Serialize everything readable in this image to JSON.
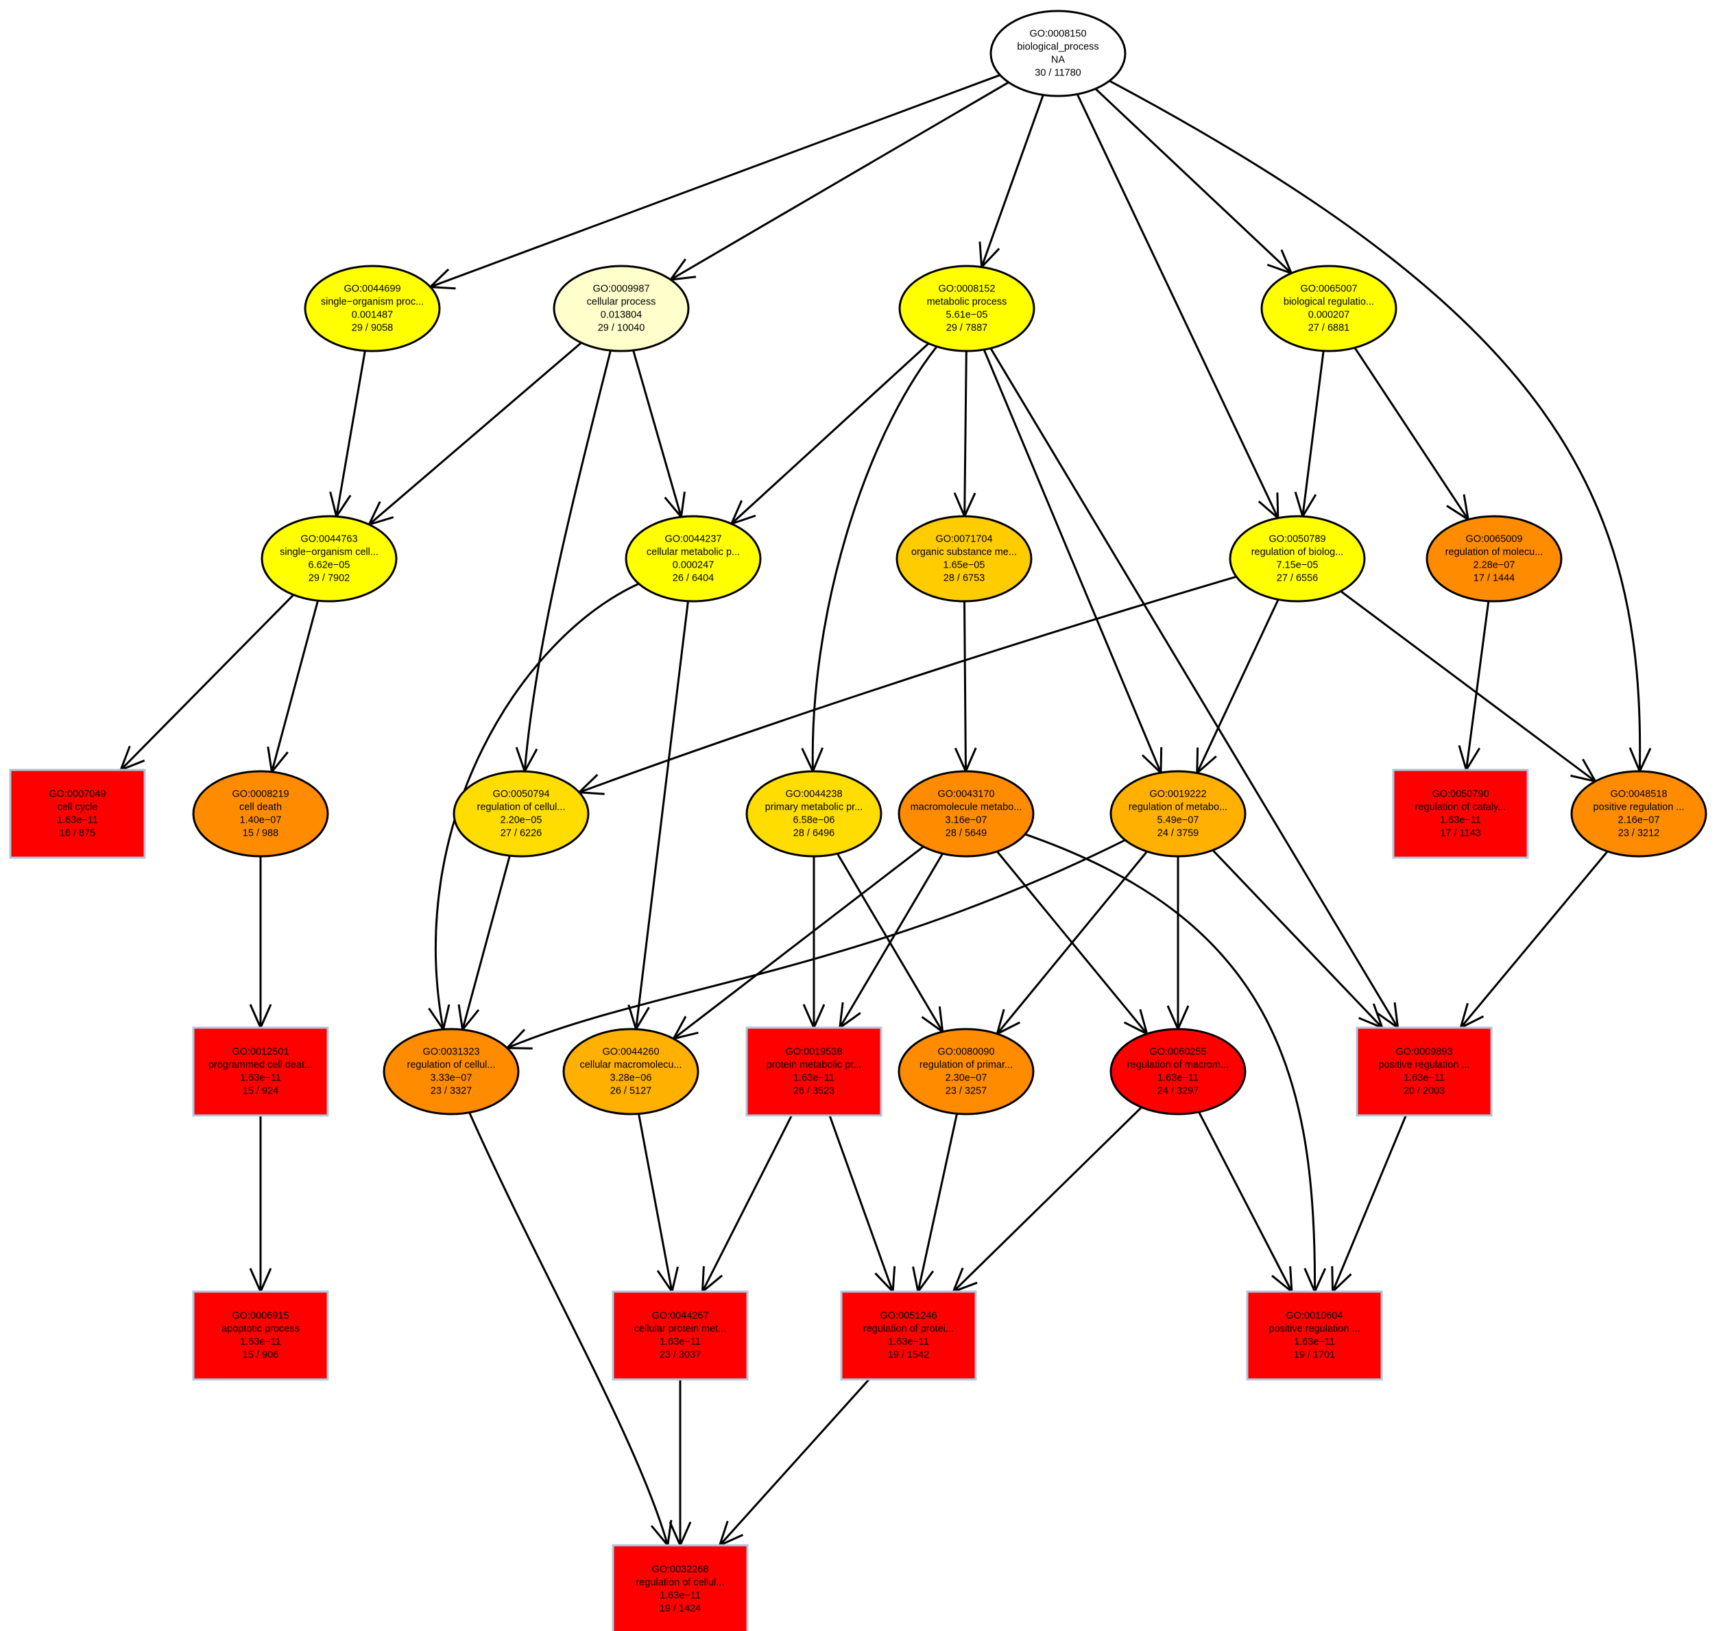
{
  "colors": {
    "white": "#ffffff",
    "cream": "#ffffcc",
    "yellow": "#ffff00",
    "gold": "#ffdd00",
    "amber": "#ffcc00",
    "orange_light": "#ffb000",
    "orange": "#ff8c00",
    "red": "#ff0000"
  },
  "nodes": [
    {
      "id": "GO:0008150",
      "lines": [
        "GO:0008150",
        "biological_process",
        "NA",
        "30 / 11780"
      ],
      "shape": "ellipse",
      "color": "white"
    },
    {
      "id": "GO:0044699",
      "lines": [
        "GO:0044699",
        "single−organism proc...",
        "0.001487",
        "29 / 9058"
      ],
      "shape": "ellipse",
      "color": "yellow"
    },
    {
      "id": "GO:0009987",
      "lines": [
        "GO:0009987",
        "cellular process",
        "0.013804",
        "29 / 10040"
      ],
      "shape": "ellipse",
      "color": "cream"
    },
    {
      "id": "GO:0008152",
      "lines": [
        "GO:0008152",
        "metabolic process",
        "5.61e−05",
        "29 / 7887"
      ],
      "shape": "ellipse",
      "color": "yellow"
    },
    {
      "id": "GO:0065007",
      "lines": [
        "GO:0065007",
        "biological regulatio...",
        "0.000207",
        "27 / 6881"
      ],
      "shape": "ellipse",
      "color": "yellow"
    },
    {
      "id": "GO:0044763",
      "lines": [
        "GO:0044763",
        "single−organism cell...",
        "6.62e−05",
        "29 / 7902"
      ],
      "shape": "ellipse",
      "color": "yellow"
    },
    {
      "id": "GO:0044237",
      "lines": [
        "GO:0044237",
        "cellular metabolic p...",
        "0.000247",
        "26 / 6404"
      ],
      "shape": "ellipse",
      "color": "yellow"
    },
    {
      "id": "GO:0071704",
      "lines": [
        "GO:0071704",
        "organic substance me...",
        "1.65e−05",
        "28 / 6753"
      ],
      "shape": "ellipse",
      "color": "amber"
    },
    {
      "id": "GO:0050789",
      "lines": [
        "GO:0050789",
        "regulation of biolog...",
        "7.15e−05",
        "27 / 6556"
      ],
      "shape": "ellipse",
      "color": "yellow"
    },
    {
      "id": "GO:0065009",
      "lines": [
        "GO:0065009",
        "regulation of molecu...",
        "2.28e−07",
        "17 / 1444"
      ],
      "shape": "ellipse",
      "color": "orange"
    },
    {
      "id": "GO:0007049",
      "lines": [
        "GO:0007049",
        "cell cycle",
        "1.63e−11",
        "16 / 875"
      ],
      "shape": "rect",
      "color": "red"
    },
    {
      "id": "GO:0008219",
      "lines": [
        "GO:0008219",
        "cell death",
        "1.40e−07",
        "15 / 988"
      ],
      "shape": "ellipse",
      "color": "orange"
    },
    {
      "id": "GO:0050794",
      "lines": [
        "GO:0050794",
        "regulation of cellul...",
        "2.20e−05",
        "27 / 6226"
      ],
      "shape": "ellipse",
      "color": "gold"
    },
    {
      "id": "GO:0044238",
      "lines": [
        "GO:0044238",
        "primary metabolic pr...",
        "6.58e−06",
        "28 / 6496"
      ],
      "shape": "ellipse",
      "color": "gold"
    },
    {
      "id": "GO:0043170",
      "lines": [
        "GO:0043170",
        "macromolecule metabo...",
        "3.16e−07",
        "28 / 5649"
      ],
      "shape": "ellipse",
      "color": "orange"
    },
    {
      "id": "GO:0019222",
      "lines": [
        "GO:0019222",
        "regulation of metabo...",
        "5.49e−07",
        "24 / 3759"
      ],
      "shape": "ellipse",
      "color": "orange_light"
    },
    {
      "id": "GO:0050790",
      "lines": [
        "GO:0050790",
        "regulation of cataly...",
        "1.63e−11",
        "17 / 1143"
      ],
      "shape": "rect",
      "color": "red"
    },
    {
      "id": "GO:0048518",
      "lines": [
        "GO:0048518",
        "positive regulation ...",
        "2.16e−07",
        "23 / 3212"
      ],
      "shape": "ellipse",
      "color": "orange"
    },
    {
      "id": "GO:0012501",
      "lines": [
        "GO:0012501",
        "programmed cell deat...",
        "1.63e−11",
        "15 / 924"
      ],
      "shape": "rect",
      "color": "red"
    },
    {
      "id": "GO:0031323",
      "lines": [
        "GO:0031323",
        "regulation of cellul...",
        "3.33e−07",
        "23 / 3327"
      ],
      "shape": "ellipse",
      "color": "orange"
    },
    {
      "id": "GO:0044260",
      "lines": [
        "GO:0044260",
        "cellular macromolecu...",
        "3.28e−06",
        "26 / 5127"
      ],
      "shape": "ellipse",
      "color": "orange_light"
    },
    {
      "id": "GO:0019538",
      "lines": [
        "GO:0019538",
        "protein metabolic pr...",
        "1.63e−11",
        "26 / 3523"
      ],
      "shape": "rect",
      "color": "red"
    },
    {
      "id": "GO:0080090",
      "lines": [
        "GO:0080090",
        "regulation of primar...",
        "2.30e−07",
        "23 / 3257"
      ],
      "shape": "ellipse",
      "color": "orange"
    },
    {
      "id": "GO:0060255",
      "lines": [
        "GO:0060255",
        "regulation of macrom...",
        "1.63e−11",
        "24 / 3297"
      ],
      "shape": "ellipse",
      "color": "red"
    },
    {
      "id": "GO:0009893",
      "lines": [
        "GO:0009893",
        "positive regulation ...",
        "1.63e−11",
        "20 / 2003"
      ],
      "shape": "rect",
      "color": "red"
    },
    {
      "id": "GO:0006915",
      "lines": [
        "GO:0006915",
        "apoptotic process",
        "1.63e−11",
        "15 / 906"
      ],
      "shape": "rect",
      "color": "red"
    },
    {
      "id": "GO:0044267",
      "lines": [
        "GO:0044267",
        "cellular protein met...",
        "1.63e−11",
        "23 / 3037"
      ],
      "shape": "rect",
      "color": "red"
    },
    {
      "id": "GO:0051246",
      "lines": [
        "GO:0051246",
        "regulation of protei...",
        "1.63e−11",
        "19 / 1542"
      ],
      "shape": "rect",
      "color": "red"
    },
    {
      "id": "GO:0010604",
      "lines": [
        "GO:0010604",
        "positive regulation ...",
        "1.63e−11",
        "19 / 1701"
      ],
      "shape": "rect",
      "color": "red"
    },
    {
      "id": "GO:0032268",
      "lines": [
        "GO:0032268",
        "regulation of cellul...",
        "1.63e−11",
        "19 / 1424"
      ],
      "shape": "rect",
      "color": "red"
    }
  ],
  "edges": [
    [
      "GO:0008150",
      "GO:0044699"
    ],
    [
      "GO:0008150",
      "GO:0009987"
    ],
    [
      "GO:0008150",
      "GO:0008152"
    ],
    [
      "GO:0008150",
      "GO:0065007"
    ],
    [
      "GO:0008150",
      "GO:0050789"
    ],
    [
      "GO:0008150",
      "GO:0048518"
    ],
    [
      "GO:0044699",
      "GO:0044763"
    ],
    [
      "GO:0009987",
      "GO:0044763"
    ],
    [
      "GO:0009987",
      "GO:0044237"
    ],
    [
      "GO:0009987",
      "GO:0050794"
    ],
    [
      "GO:0008152",
      "GO:0044237"
    ],
    [
      "GO:0008152",
      "GO:0071704"
    ],
    [
      "GO:0008152",
      "GO:0044238"
    ],
    [
      "GO:0008152",
      "GO:0019222"
    ],
    [
      "GO:0008152",
      "GO:0009893"
    ],
    [
      "GO:0065007",
      "GO:0050789"
    ],
    [
      "GO:0065007",
      "GO:0065009"
    ],
    [
      "GO:0044763",
      "GO:0007049"
    ],
    [
      "GO:0044763",
      "GO:0008219"
    ],
    [
      "GO:0044237",
      "GO:0031323"
    ],
    [
      "GO:0044237",
      "GO:0044260"
    ],
    [
      "GO:0071704",
      "GO:0043170"
    ],
    [
      "GO:0050789",
      "GO:0050794"
    ],
    [
      "GO:0050789",
      "GO:0019222"
    ],
    [
      "GO:0050789",
      "GO:0048518"
    ],
    [
      "GO:0065009",
      "GO:0050790"
    ],
    [
      "GO:0008219",
      "GO:0012501"
    ],
    [
      "GO:0050794",
      "GO:0031323"
    ],
    [
      "GO:0044238",
      "GO:0019538"
    ],
    [
      "GO:0044238",
      "GO:0080090"
    ],
    [
      "GO:0043170",
      "GO:0044260"
    ],
    [
      "GO:0043170",
      "GO:0019538"
    ],
    [
      "GO:0043170",
      "GO:0060255"
    ],
    [
      "GO:0043170",
      "GO:0010604"
    ],
    [
      "GO:0019222",
      "GO:0031323"
    ],
    [
      "GO:0019222",
      "GO:0080090"
    ],
    [
      "GO:0019222",
      "GO:0060255"
    ],
    [
      "GO:0019222",
      "GO:0009893"
    ],
    [
      "GO:0048518",
      "GO:0009893"
    ],
    [
      "GO:0012501",
      "GO:0006915"
    ],
    [
      "GO:0031323",
      "GO:0032268"
    ],
    [
      "GO:0044260",
      "GO:0044267"
    ],
    [
      "GO:0019538",
      "GO:0044267"
    ],
    [
      "GO:0019538",
      "GO:0051246"
    ],
    [
      "GO:0080090",
      "GO:0051246"
    ],
    [
      "GO:0060255",
      "GO:0051246"
    ],
    [
      "GO:0060255",
      "GO:0010604"
    ],
    [
      "GO:0009893",
      "GO:0010604"
    ],
    [
      "GO:0044267",
      "GO:0032268"
    ],
    [
      "GO:0051246",
      "GO:0032268"
    ]
  ]
}
